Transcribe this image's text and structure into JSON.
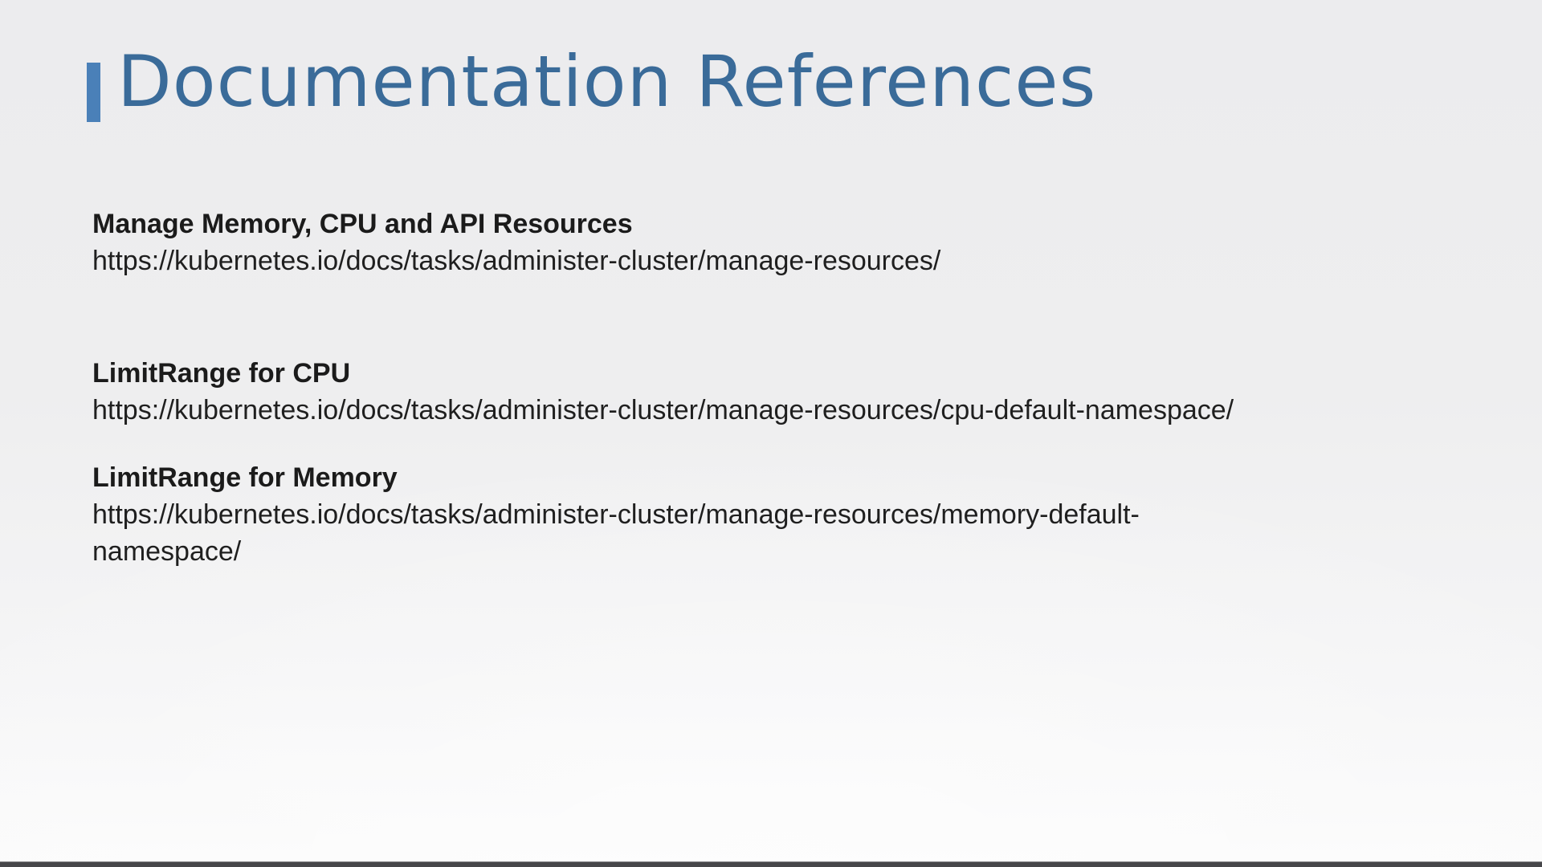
{
  "slide": {
    "title": "Documentation References",
    "references": [
      {
        "title": "Manage Memory, CPU and API Resources",
        "url_lines": [
          "https://kubernetes.io/docs/tasks/administer-cluster/manage-resources/"
        ]
      },
      {
        "title": "LimitRange for CPU",
        "url_lines": [
          "https://kubernetes.io/docs/tasks/administer-cluster/manage-resources/cpu-default-namespace/"
        ]
      },
      {
        "title": "LimitRange for Memory",
        "url_lines": [
          "https://kubernetes.io/docs/tasks/administer-cluster/manage-resources/memory-default-",
          "namespace/"
        ]
      }
    ],
    "colors": {
      "accent_bar": "#4a80b8",
      "title_text": "#3a6b99",
      "body_text": "#1b1b1b",
      "bg_top": "#ececee",
      "bg_bottom": "#fbfbfb",
      "bottom_bar": "#47474a"
    }
  }
}
